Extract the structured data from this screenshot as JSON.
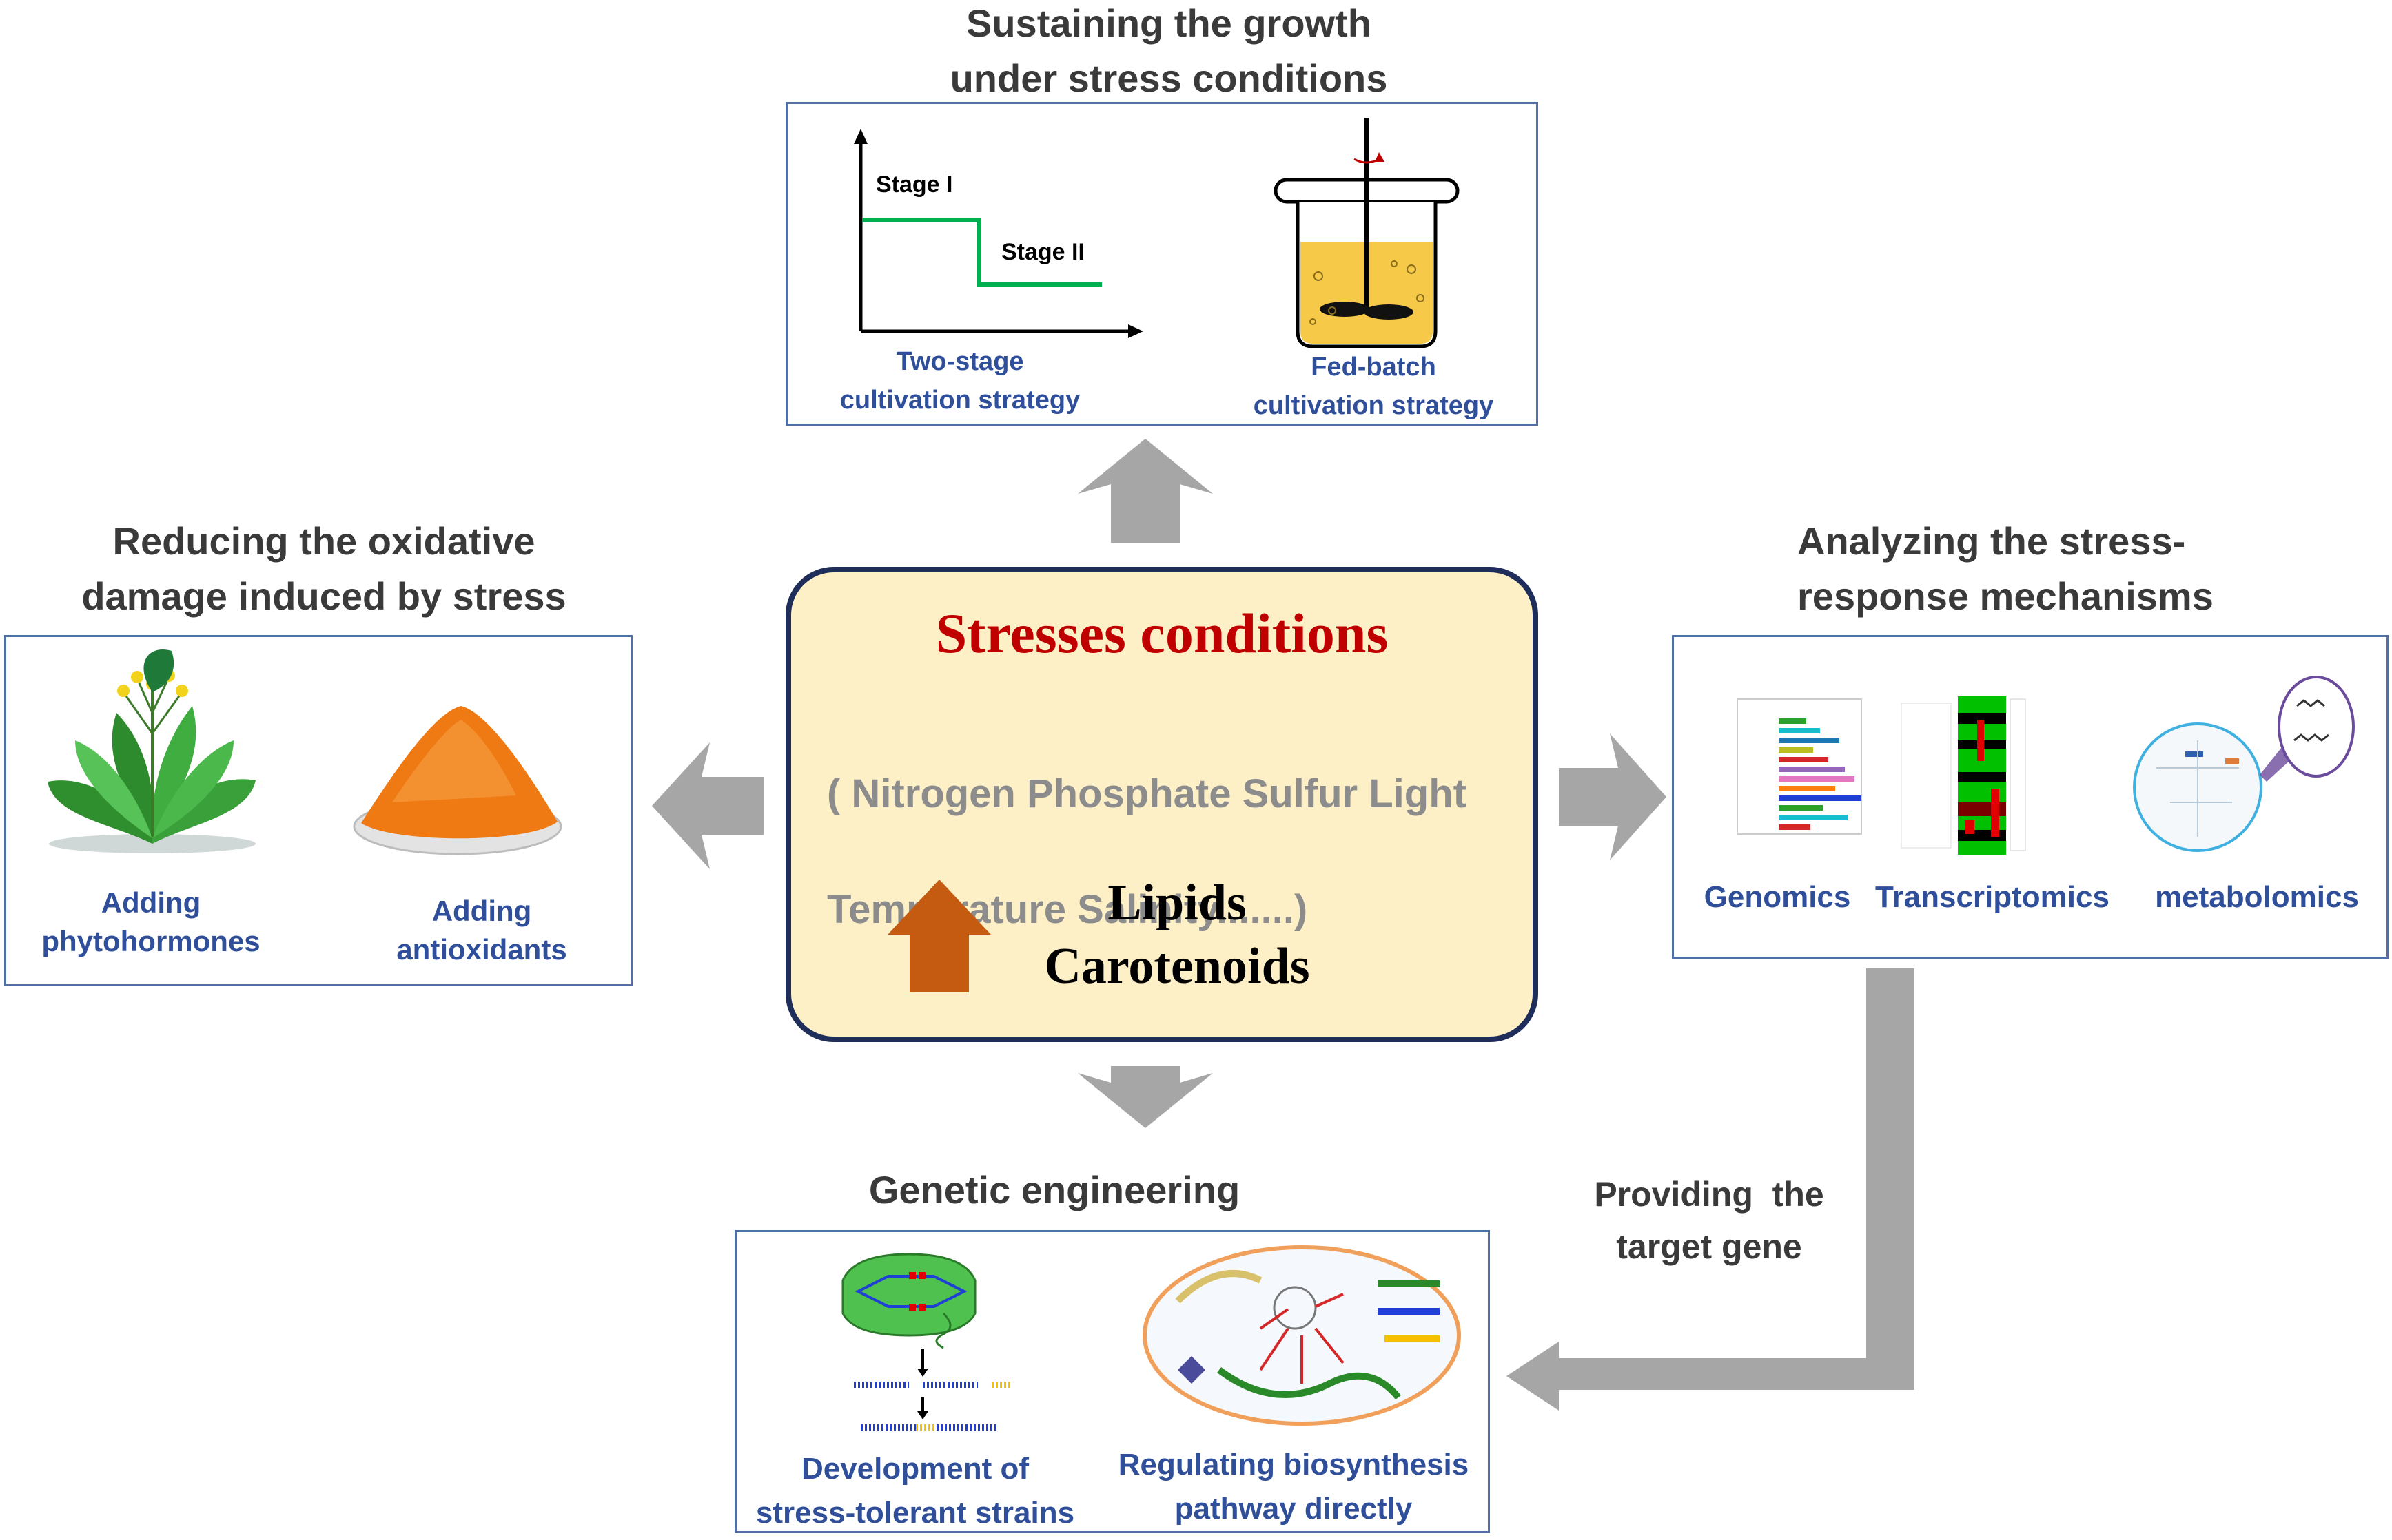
{
  "top": {
    "heading_line1": "Sustaining the growth",
    "heading_line2": "under stress conditions",
    "graph_stage1": "Stage I",
    "graph_stage2": "Stage II",
    "caption_two_stage_line1": "Two-stage",
    "caption_two_stage_line2": "cultivation strategy",
    "caption_fed_batch_line1": "Fed-batch",
    "caption_fed_batch_line2": "cultivation strategy"
  },
  "left": {
    "heading_line1": "Reducing the oxidative",
    "heading_line2": "damage induced by stress",
    "caption_phyto_line1": "Adding",
    "caption_phyto_line2": "phytohormones",
    "caption_anti_line1": "Adding",
    "caption_anti_line2": "antioxidants"
  },
  "right": {
    "heading_line1": "Analyzing the stress-",
    "heading_line2": "response mechanisms",
    "caption_genomics": "Genomics",
    "caption_transcriptomics": "Transcriptomics",
    "caption_metabolomics": "metabolomics"
  },
  "center": {
    "title": "Stresses conditions",
    "conditions_line1": "( Nitrogen Phosphate Sulfur Light",
    "conditions_line2": "Temperature Salinity.......)",
    "product_line1": "Lipids",
    "product_line2": "Carotenoids"
  },
  "bottom": {
    "heading": "Genetic engineering",
    "caption_dev_line1": "Development of",
    "caption_dev_line2": "stress-tolerant strains",
    "caption_reg_line1": "Regulating biosynthesis",
    "caption_reg_line2": "pathway directly"
  },
  "connector": {
    "label_line1": "Providing  the",
    "label_line2": "target gene"
  },
  "colors": {
    "panel_border": "#4f6fa6",
    "caption_blue": "#2f4f9b",
    "title_red": "#c00000",
    "center_fill": "#fdefc6",
    "center_border": "#1f2d5a",
    "arrow_gray": "#a6a6a6",
    "up_arrow_orange": "#c55a11",
    "stage_line_green": "#00b050"
  }
}
